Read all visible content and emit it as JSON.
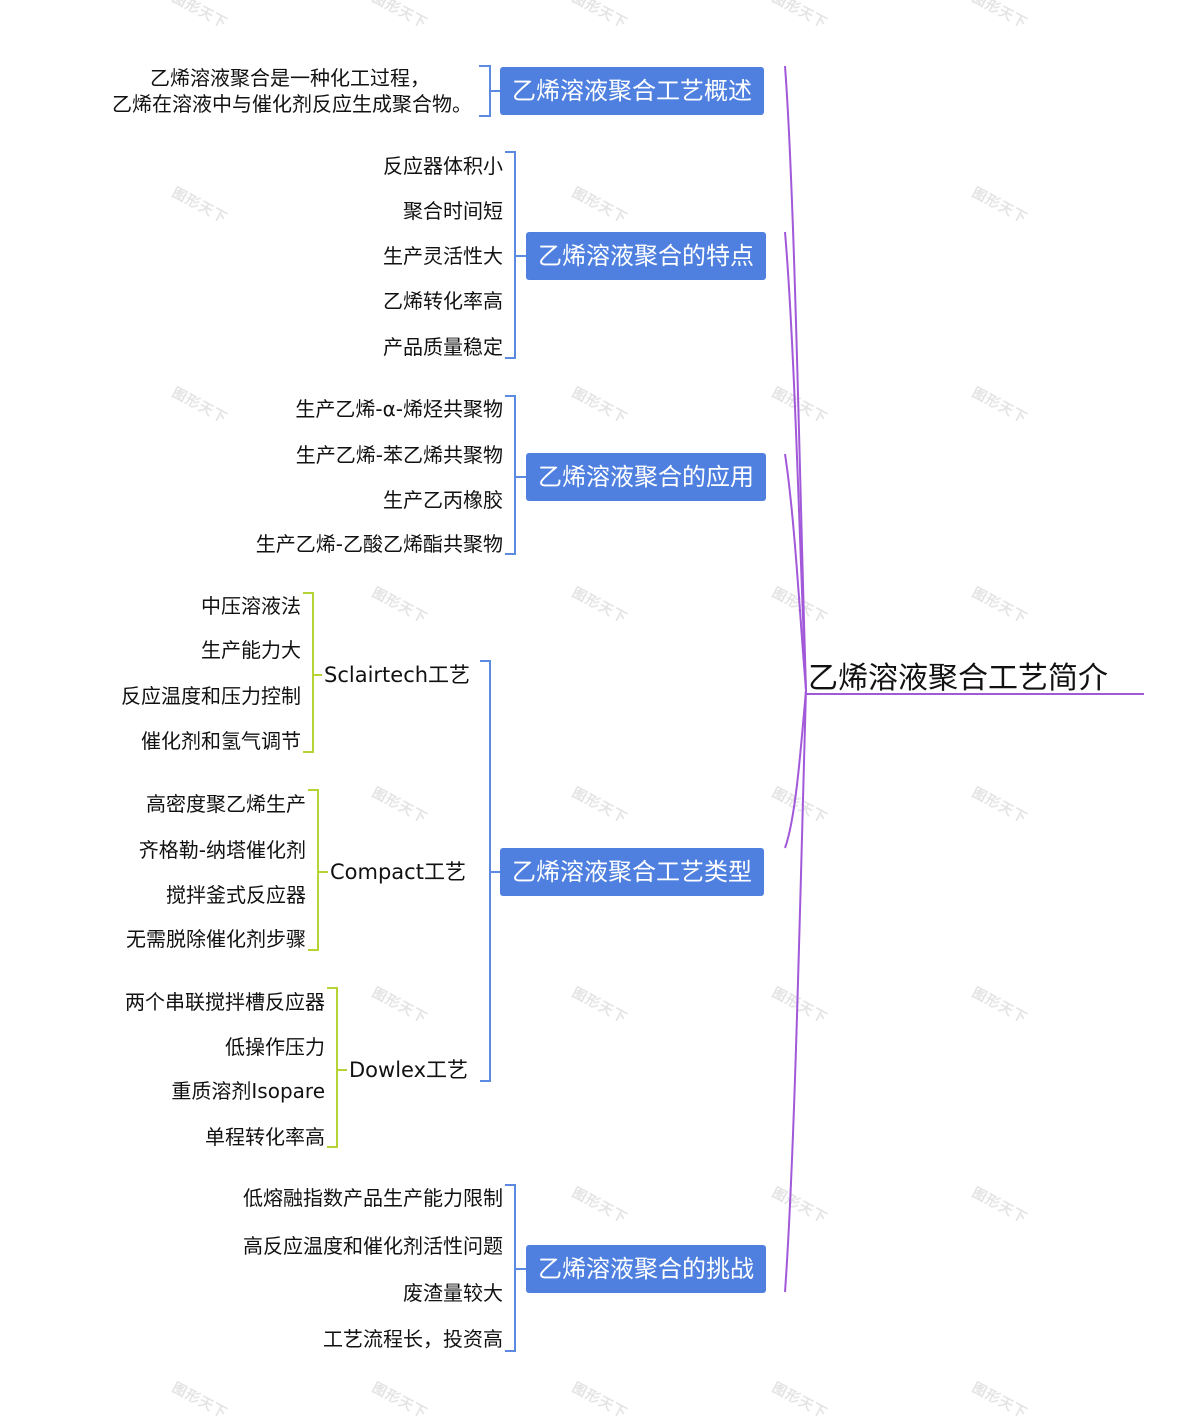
{
  "root": {
    "label": "乙烯溶液聚合工艺简介"
  },
  "watermark": "图形天下",
  "colors": {
    "root_branch": "#a259d9",
    "topic_fill": "#4f80e0",
    "topic_bracket": "#5b8ae0",
    "sub_bracket": "#b5d335"
  },
  "topics": [
    {
      "label": "乙烯溶液聚合工艺概述",
      "children": [
        "乙烯溶液聚合是一种化工过程，",
        "乙烯在溶液中与催化剂反应生成聚合物。"
      ]
    },
    {
      "label": "乙烯溶液聚合的特点",
      "children": [
        "反应器体积小",
        "聚合时间短",
        "生产灵活性大",
        "乙烯转化率高",
        "产品质量稳定"
      ]
    },
    {
      "label": "乙烯溶液聚合的应用",
      "children": [
        "生产乙烯-α-烯烃共聚物",
        "生产乙烯-苯乙烯共聚物",
        "生产乙丙橡胶",
        "生产乙烯-乙酸乙烯酯共聚物"
      ]
    },
    {
      "label": "乙烯溶液聚合工艺类型",
      "subtopics": [
        {
          "label": "Sclairtech工艺",
          "children": [
            "中压溶液法",
            "生产能力大",
            "反应温度和压力控制",
            "催化剂和氢气调节"
          ]
        },
        {
          "label": "Compact工艺",
          "children": [
            "高密度聚乙烯生产",
            "齐格勒-纳塔催化剂",
            "搅拌釜式反应器",
            "无需脱除催化剂步骤"
          ]
        },
        {
          "label": "Dowlex工艺",
          "children": [
            "两个串联搅拌槽反应器",
            "低操作压力",
            "重质溶剂Isopare",
            "单程转化率高"
          ]
        }
      ]
    },
    {
      "label": "乙烯溶液聚合的挑战",
      "children": [
        "低熔融指数产品生产能力限制",
        "高反应温度和催化剂活性问题",
        "废渣量较大",
        "工艺流程长，投资高"
      ]
    }
  ]
}
